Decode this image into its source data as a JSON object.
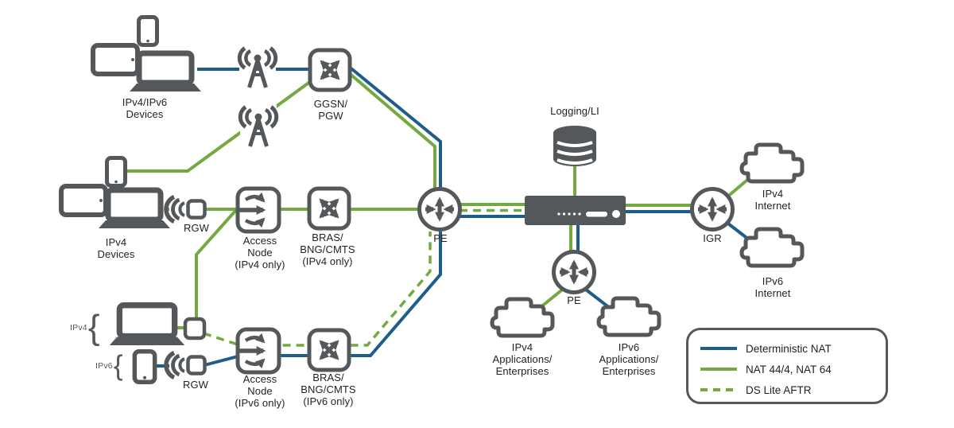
{
  "colors": {
    "deterministic_nat_blue": "#1E5C8A",
    "nat_green": "#74A942",
    "icon_gray": "#54585A",
    "text_ink": "#231F20"
  },
  "nodes": {
    "devices_top": "IPv4/IPv6\nDevices",
    "ggsn": "GGSN/\nPGW",
    "devices_mid": "IPv4\nDevices",
    "rgw1": "RGW",
    "access1": "Access\nNode\n(IPv4 only)",
    "bras1": "BRAS/\nBNG/CMTS\n(IPv4 only)",
    "pe1": "PE",
    "logging": "Logging/LI",
    "pe2": "PE",
    "apps4": "IPv4\nApplications/\nEnterprises",
    "apps6": "IPv6\nApplications/\nEnterprises",
    "igr": "IGR",
    "inet4": "IPv4\nInternet",
    "inet6": "IPv6\nInternet",
    "rgw2": "RGW",
    "access2": "Access\nNode\n(IPv6 only)",
    "bras2": "BRAS/\nBNG/CMTS\n(IPv6 only)",
    "brace4": "IPv4",
    "brace6": "IPv6",
    "brace_char": "{"
  },
  "legend": {
    "items": [
      {
        "label": "Deterministic NAT",
        "style": "blue-solid"
      },
      {
        "label": "NAT 44/4, NAT 64",
        "style": "green-solid"
      },
      {
        "label": "DS Lite AFTR",
        "style": "green-dashed"
      }
    ]
  }
}
